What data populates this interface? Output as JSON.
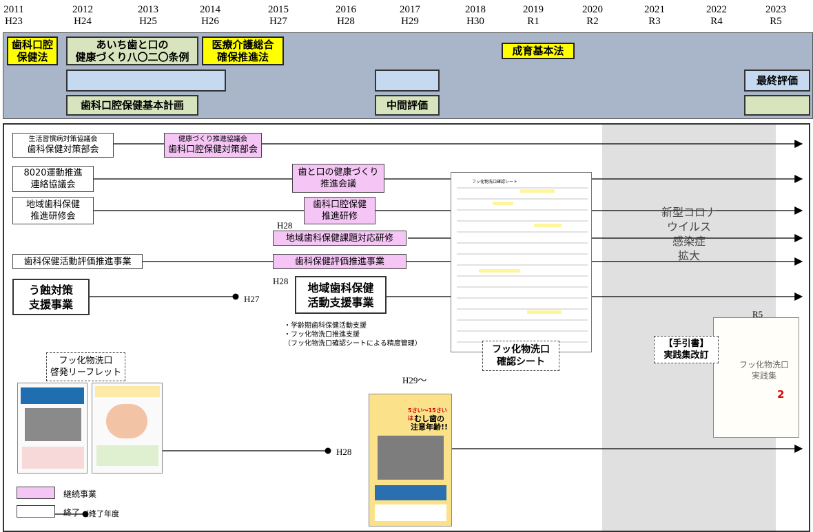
{
  "years": [
    {
      "year": "2011",
      "era": "H23"
    },
    {
      "year": "2012",
      "era": "H24"
    },
    {
      "year": "2013",
      "era": "H25"
    },
    {
      "year": "2014",
      "era": "H26"
    },
    {
      "year": "2015",
      "era": "H27"
    },
    {
      "year": "2016",
      "era": "H28"
    },
    {
      "year": "2017",
      "era": "H29"
    },
    {
      "year": "2018",
      "era": "H30"
    },
    {
      "year": "2019",
      "era": "R1"
    },
    {
      "year": "2020",
      "era": "R2"
    },
    {
      "year": "2021",
      "era": "R3"
    },
    {
      "year": "2022",
      "era": "R4"
    },
    {
      "year": "2023",
      "era": "R5"
    }
  ],
  "laws": {
    "dental_law": "歯科口腔\n保健法",
    "aichi_ordinance": "あいち歯と口の\n健康づくり八〇二〇条例",
    "medical_care_law": "医療介護総合\n確保推進法",
    "growth_law": "成育基本法"
  },
  "plans": {
    "basic_plan": "歯科口腔保健基本計画",
    "mid_eval": "中間評価",
    "final_eval": "最終評価"
  },
  "rows": {
    "r1_left_small": "生活習慣病対策協議会",
    "r1_left": "歯科保健対策部会",
    "r1_right_small": "健康づくり推進協議会",
    "r1_right": "歯科口腔保健対策部会",
    "r2_left": "8020運動推進\n連絡協議会",
    "r2_right": "歯と口の健康づくり\n推進会議",
    "r3_left": "地域歯科保健\n推進研修会",
    "r3_right": "歯科口腔保健\n推進研修",
    "r4_label": "H28",
    "r4_right": "地域歯科保健課題対応研修",
    "r5_left": "歯科保健活動評価推進事業",
    "r5_right": "歯科保健評価推進事業",
    "r6_left": "う蝕対策\n支援事業",
    "r6_end": "H27",
    "r6_label": "H28",
    "r6_right": "地域歯科保健\n活動支援事業",
    "r6_bullets": "・学齢期歯科保健活動支援\n・フッ化物洗口推進支援\n（フッ化物洗口確認シートによる精度管理）"
  },
  "covid": "新型コロナ\nウイルス\n感染症\n拡大",
  "sheet": {
    "title": "フッ化物洗口確認シート",
    "caption": "フッ化物洗口\n確認シート"
  },
  "leaflet": {
    "caption": "フッ化物洗口\n啓発リーフレット",
    "end": "H28",
    "poster_label": "H29～",
    "poster_banner": "5さい～15さいは",
    "poster_title": "むし歯の\n注意年齢!!"
  },
  "manual": {
    "label": "R5",
    "caption": "【手引書】\n実践集改訂",
    "cover_title": "フッ化物洗口\n実践集",
    "page_no": "2"
  },
  "legend": {
    "continue": "継続事業",
    "end": "終了",
    "end_note_open": "（終了年度",
    "end_note_close": "）"
  },
  "colors": {
    "pink": "#f5c6f5",
    "yellow": "#ffff00",
    "blue": "#c5d9f1",
    "green": "#d7e4bd",
    "band": "#a9b5c9"
  }
}
